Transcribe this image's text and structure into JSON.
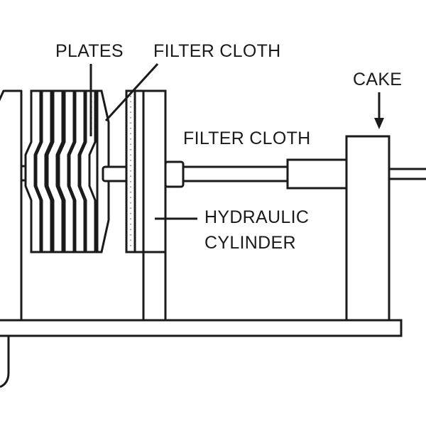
{
  "labels": {
    "plates": "PLATES",
    "filter_cloth_top": "FILTER CLOTH",
    "filter_cloth_mid": "FILTER CLOTH",
    "cake": "CAKE",
    "hydraulic_line1": "HYDRAULIC",
    "hydraulic_line2": "CYLINDER"
  }
}
